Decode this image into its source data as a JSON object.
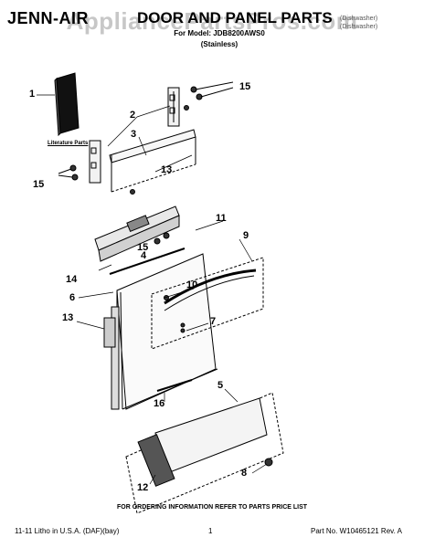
{
  "header": {
    "brand": "JENN-AIR",
    "title": "DOOR AND PANEL PARTS",
    "model_line": "For Model: JDB8200AWS0",
    "finish": "(Stainless)",
    "product_line1": "(Dishwasher)",
    "product_line2": "(Dishwasher)",
    "watermark": "AppliancePartsPros.com"
  },
  "literature_label": "Literature Parts",
  "callouts": [
    "1",
    "2",
    "3",
    "13",
    "15",
    "15",
    "4",
    "5",
    "6",
    "7",
    "8",
    "9",
    "10",
    "11",
    "12",
    "13",
    "14",
    "15",
    "16"
  ],
  "order_note": "FOR ORDERING INFORMATION REFER TO PARTS PRICE LIST",
  "footer": {
    "left": "11-11 Litho in U.S.A. (DAF)(bay)",
    "page": "1",
    "part_no": "Part No. W10465121 Rev. A"
  }
}
